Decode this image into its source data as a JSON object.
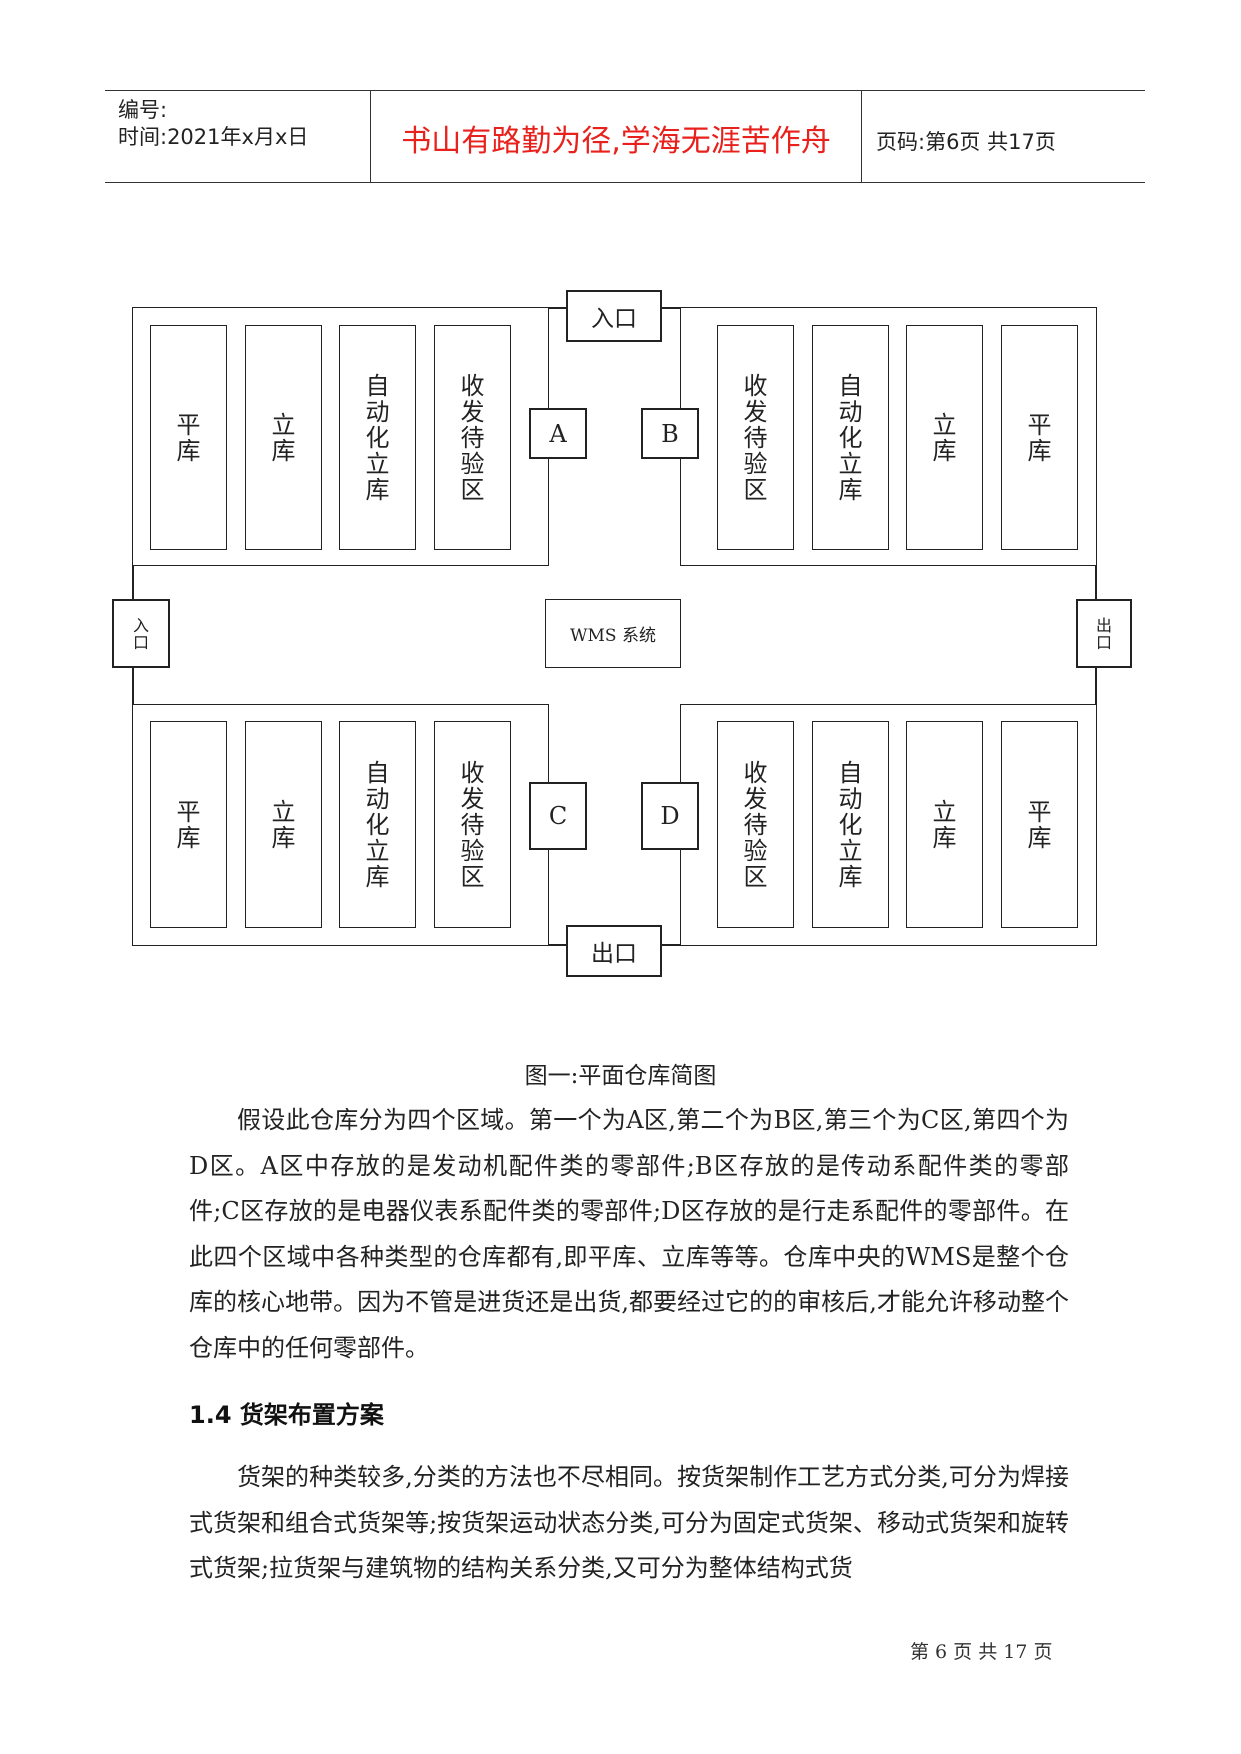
{
  "header": {
    "number_label": "编号:",
    "time_label": "时间:2021年x月x日",
    "motto": "书山有路勤为径,学海无涯苦作舟",
    "page_label": "页码:第6页 共17页"
  },
  "diagram": {
    "top_entrance": "入口",
    "bottom_exit": "出口",
    "left_entrance": [
      "入",
      "口"
    ],
    "right_exit": [
      "出",
      "口"
    ],
    "center_system": "WMS 系统",
    "zones": {
      "a": "A",
      "b": "B",
      "c": "C",
      "d": "D"
    },
    "racks_left": [
      [
        "平",
        "库"
      ],
      [
        "立",
        "库"
      ],
      [
        "自",
        "动",
        "化",
        "立",
        "库"
      ],
      [
        "收",
        "发",
        "待",
        "验",
        "区"
      ]
    ],
    "racks_right": [
      [
        "收",
        "发",
        "待",
        "验",
        "区"
      ],
      [
        "自",
        "动",
        "化",
        "立",
        "库"
      ],
      [
        "立",
        "库"
      ],
      [
        "平",
        "库"
      ]
    ]
  },
  "caption": "图一:平面仓库简图",
  "paragraph1": "假设此仓库分为四个区域。第一个为A区,第二个为B区,第三个为C区,第四个为D区。A区中存放的是发动机配件类的零部件;B区存放的是传动系配件类的零部件;C区存放的是电器仪表系配件类的零部件;D区存放的是行走系配件的零部件。在此四个区域中各种类型的仓库都有,即平库、立库等等。仓库中央的WMS是整个仓库的核心地带。因为不管是进货还是出货,都要经过它的的审核后,才能允许移动整个仓库中的任何零部件。",
  "section_title": "1.4 货架布置方案",
  "paragraph2": "货架的种类较多,分类的方法也不尽相同。按货架制作工艺方式分类,可分为焊接式货架和组合式货架等;按货架运动状态分类,可分为固定式货架、移动式货架和旋转式货架;拉货架与建筑物的结构关系分类,又可分为整体结构式货",
  "footer": "第 6 页 共 17 页"
}
